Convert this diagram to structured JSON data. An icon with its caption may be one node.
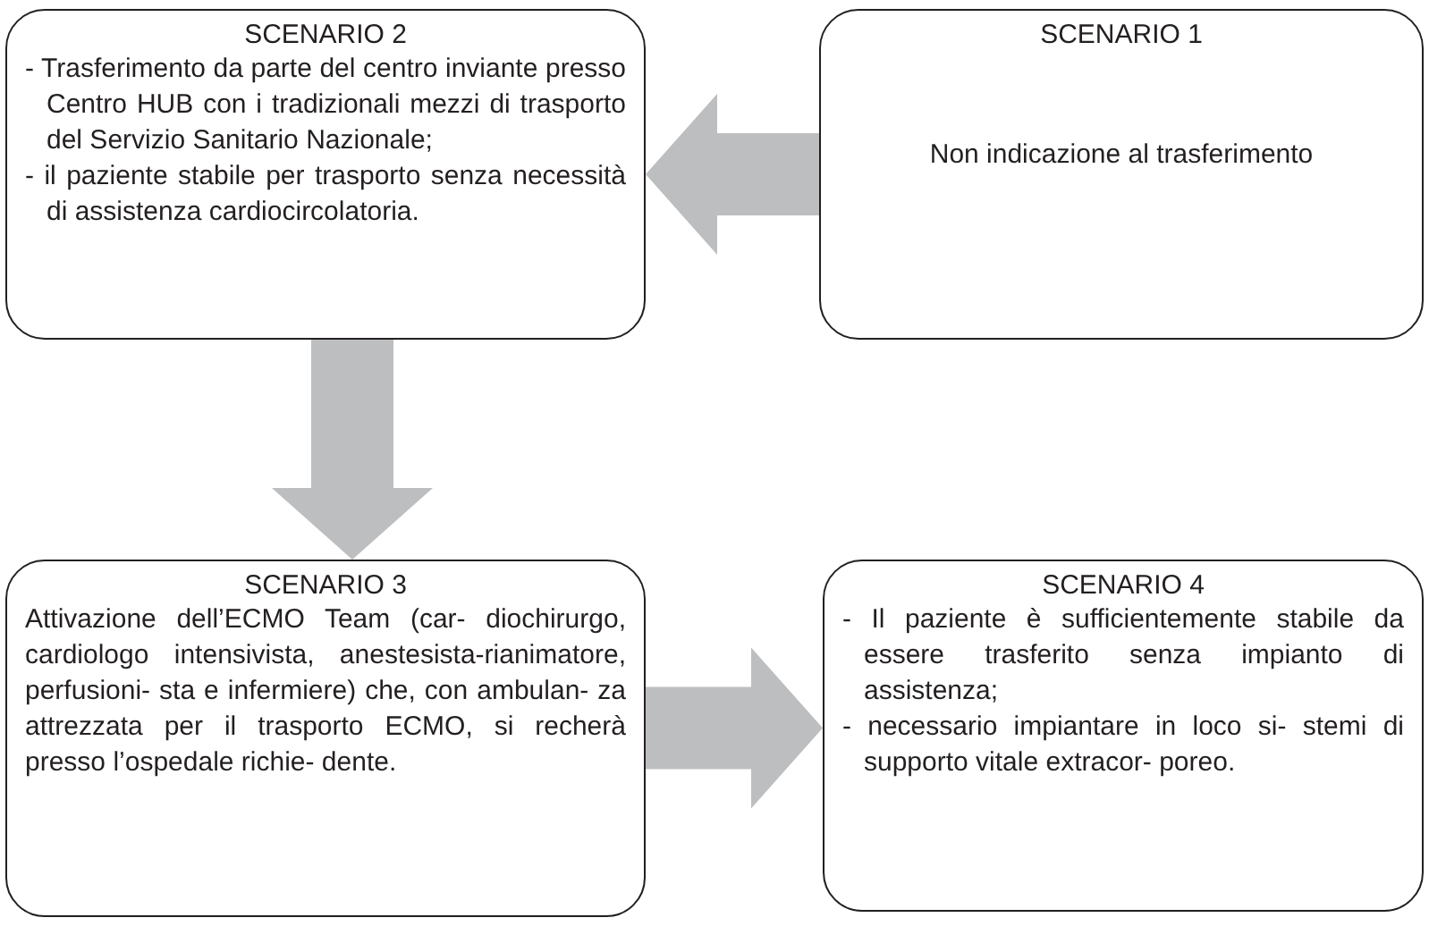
{
  "diagram": {
    "nodes": [
      {
        "text": [
          "SCENARIO 2",
          "- Trasferimento da parte del centro inviante presso Centro HUB con i tradizionali mezzi di trasporto del Servizio Sanitario Nazionale;",
          "- il paziente stabile per trasporto senza necessità di assistenza cardiocircolatoria."
        ]
      },
      {
        "text": [
          "SCENARIO 1",
          "Non indicazione al trasferimento"
        ]
      },
      {
        "text": [
          "SCENARIO 3",
          "Attivazione dell’ECMO Team (car- diochirurgo, cardiologo intensivista, anestesista-rianimatore, perfusioni- sta e infermiere) che, con ambulan- za attrezzata per il trasporto ECMO, si recherà presso l’ospedale richie- dente."
        ]
      },
      {
        "text": [
          "SCENARIO 4",
          "- Il paziente è sufficientemente stabile da essere trasferito senza impianto di assistenza;",
          "- necessario impiantare in loco si- stemi di supporto vitale extracor- poreo."
        ]
      }
    ],
    "edges": [
      {
        "from": 1,
        "to": 0,
        "arrow": "to"
      },
      {
        "from": 0,
        "to": 2,
        "arrow": "to"
      },
      {
        "from": 2,
        "to": 3,
        "arrow": "to"
      }
    ]
  }
}
